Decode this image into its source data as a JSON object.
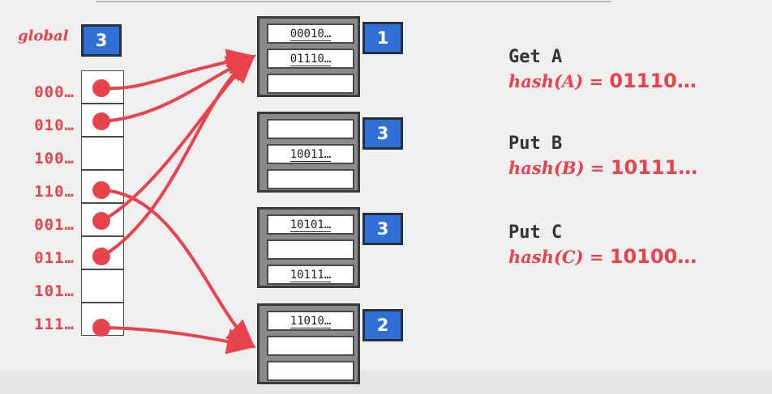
{
  "global": {
    "label": "global",
    "depth": "3"
  },
  "directory": [
    {
      "label": "000…",
      "bucket": 1
    },
    {
      "label": "010…",
      "bucket": 1
    },
    {
      "label": "100…",
      "bucket": null
    },
    {
      "label": "110…",
      "bucket": 4
    },
    {
      "label": "001…",
      "bucket": 1
    },
    {
      "label": "011…",
      "bucket": 1
    },
    {
      "label": "101…",
      "bucket": null
    },
    {
      "label": "111…",
      "bucket": 4
    }
  ],
  "buckets": [
    {
      "depth": "1",
      "slots": [
        "00010…",
        "01110…",
        ""
      ]
    },
    {
      "depth": "3",
      "slots": [
        "",
        "10011…",
        ""
      ]
    },
    {
      "depth": "3",
      "slots": [
        "10101…",
        "",
        "10111…"
      ]
    },
    {
      "depth": "2",
      "slots": [
        "11010…",
        "",
        ""
      ]
    }
  ],
  "operations": [
    {
      "label": "Get A",
      "fn": "hash(A) = ",
      "value": "01110…"
    },
    {
      "label": "Put B",
      "fn": "hash(B) = ",
      "value": "10111…"
    },
    {
      "label": "Put C",
      "fn": "hash(C) = ",
      "value": "10100…"
    }
  ],
  "colors": {
    "accent": "#e8434d",
    "badge": "#2f6fd6",
    "bucket": "#8a8a8a"
  }
}
